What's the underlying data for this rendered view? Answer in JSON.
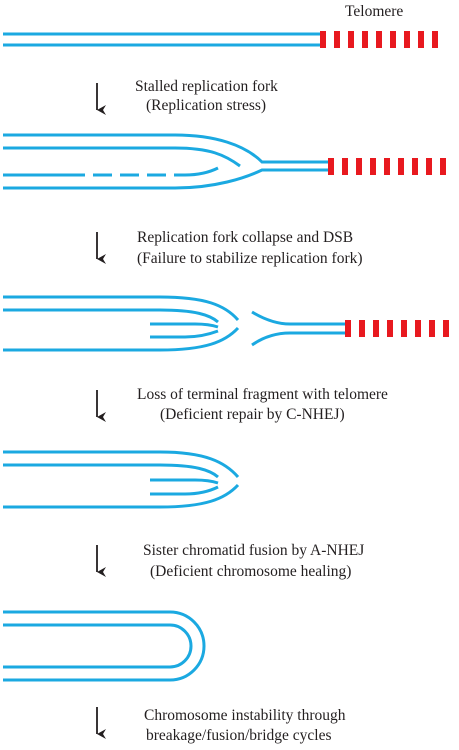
{
  "colors": {
    "dna": "#1ba9e1",
    "telomere": "#e8191f",
    "text": "#231f20",
    "arrow": "#231f20"
  },
  "labels": {
    "telomere": "Telomere",
    "step1_line1": "Stalled replication fork",
    "step1_line2": "(Replication stress)",
    "step2_line1": "Replication fork collapse and DSB",
    "step2_line2": "(Failure to stabilize replication fork)",
    "step3_line1": "Loss of terminal fragment with telomere",
    "step3_line2": "(Deficient repair by C-NHEJ)",
    "step4_line1": "Sister chromatid fusion by A-NHEJ",
    "step4_line2": "(Deficient chromosome healing)",
    "step5_line1": "Chromosome instability through",
    "step5_line2": "breakage/fusion/bridge cycles"
  }
}
